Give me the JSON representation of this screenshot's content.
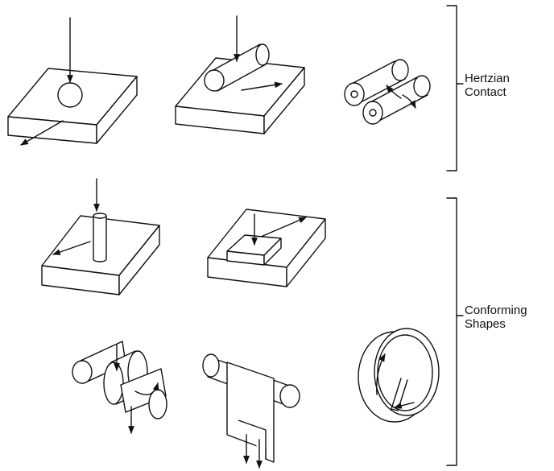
{
  "groups": {
    "hertzian": {
      "line1": "Hertzian",
      "line2": "Contact"
    },
    "conforming": {
      "line1": "Conforming",
      "line2": "Shapes"
    }
  },
  "colors": {
    "ink": "#111111",
    "paper": "#ffffff"
  }
}
